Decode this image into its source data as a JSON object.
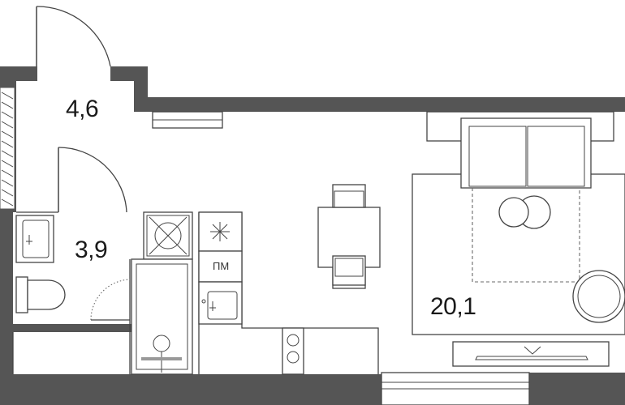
{
  "plan": {
    "rooms": [
      {
        "id": "hall",
        "area": "4,6"
      },
      {
        "id": "bathroom",
        "area": "3,9"
      },
      {
        "id": "living",
        "area": "20,1"
      }
    ],
    "appliance_labels": {
      "dishwasher": "ПМ"
    }
  }
}
